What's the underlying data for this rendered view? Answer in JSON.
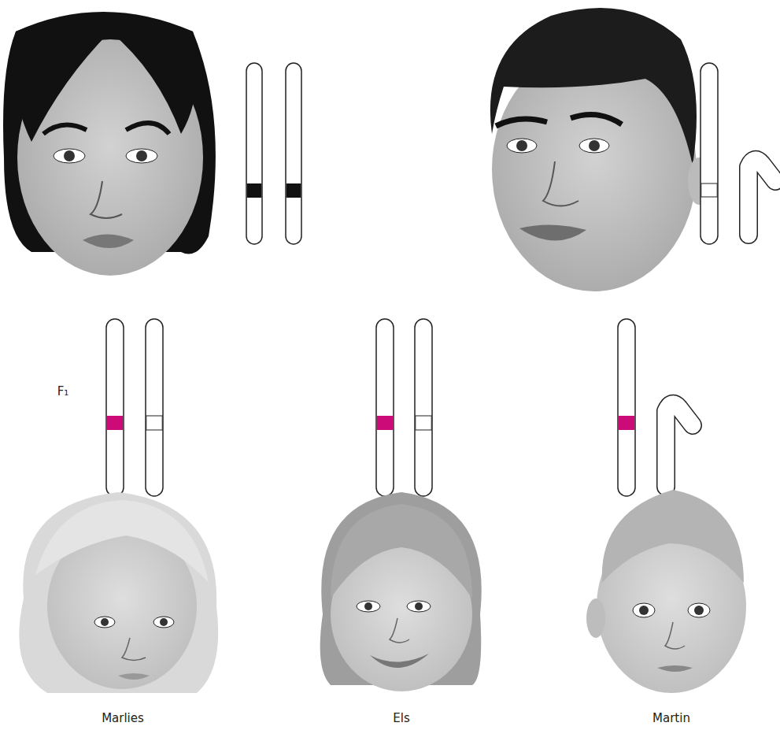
{
  "diagram": {
    "labels": [
      "F₁",
      "Marlies",
      "Els",
      "Martin"
    ]
  }
}
